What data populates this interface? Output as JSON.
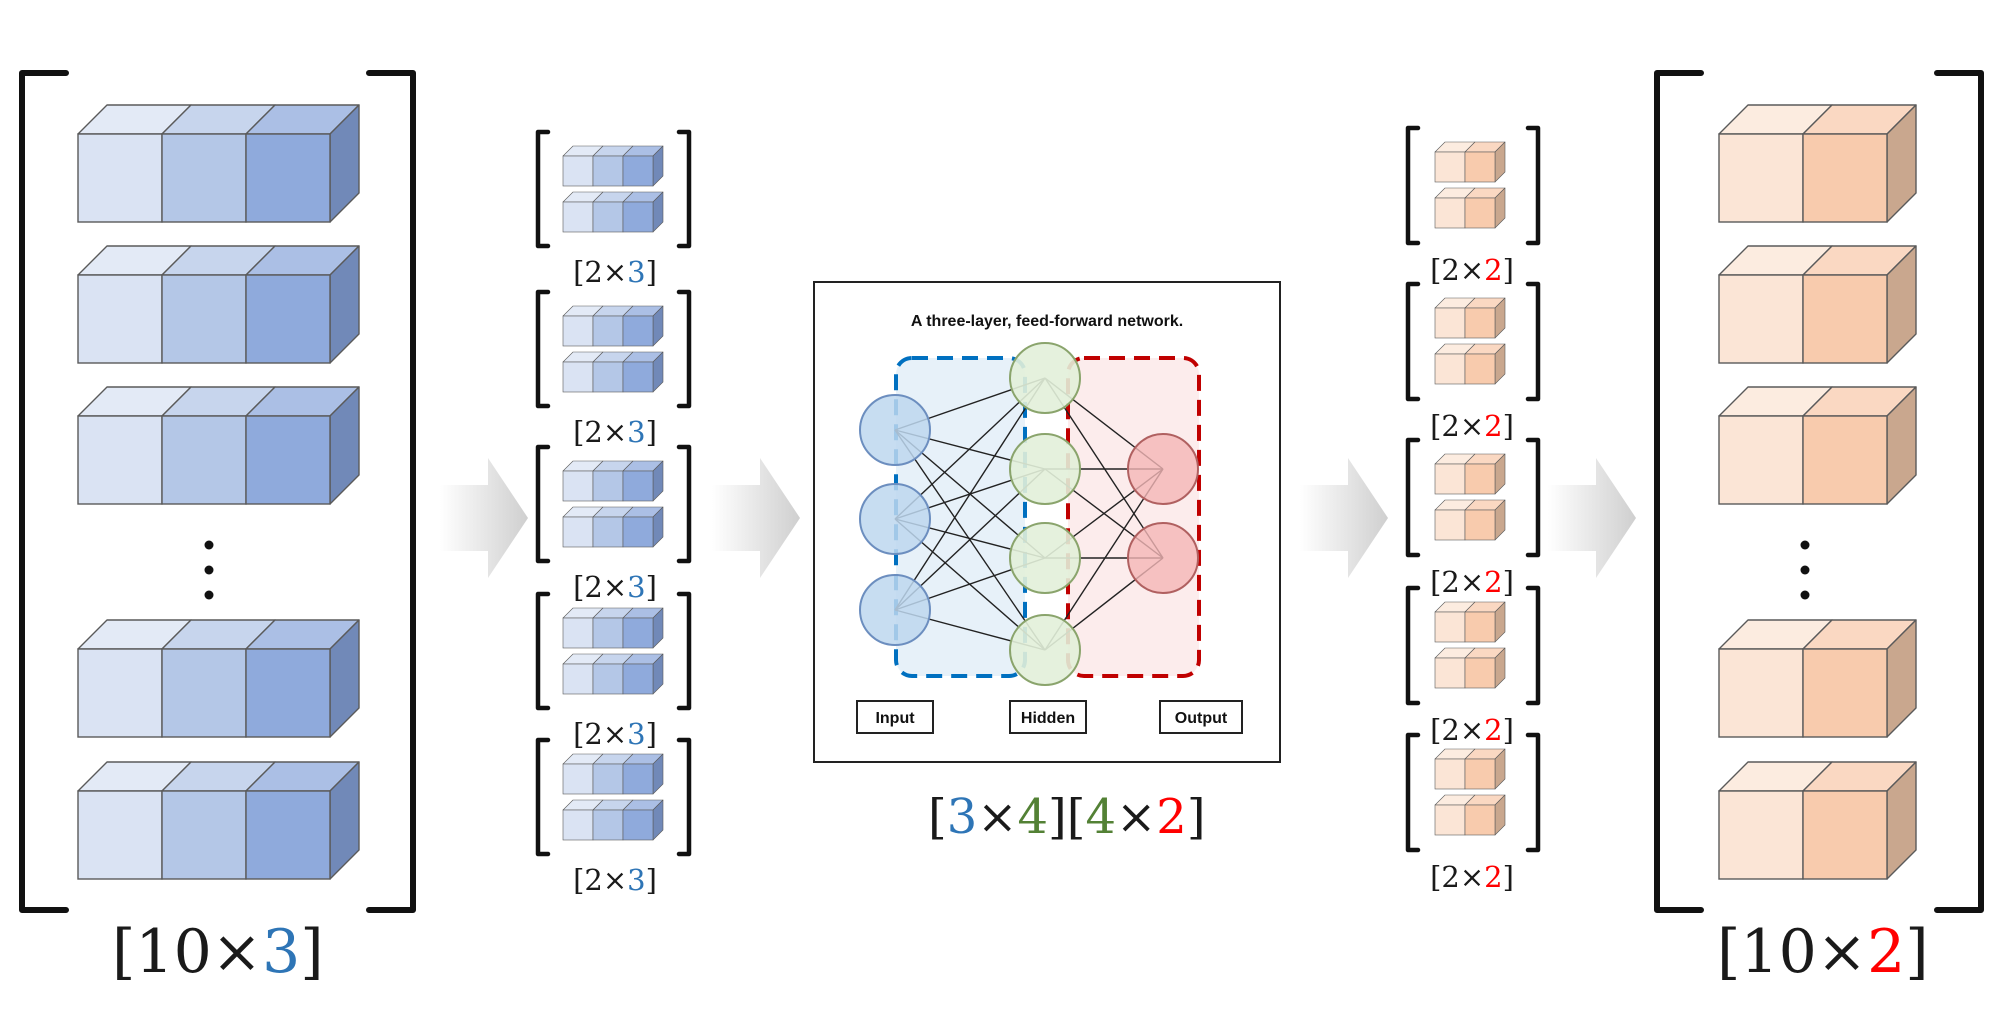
{
  "colors": {
    "blue_num": "#2e75b6",
    "green_num": "#538135",
    "red_num": "#ff0000",
    "blue_cube_faces": [
      "#dae3f3",
      "#b4c7e7",
      "#8faadc"
    ],
    "blue_cube_side": "#7189b8",
    "orange_cube_faces": [
      "#fbe5d6",
      "#f8cbad"
    ],
    "orange_cube_side": "#c9a78e",
    "nn_input_fill": "#bdd7ee",
    "nn_hidden_fill": "#e2efd9",
    "nn_output_fill": "#f4b6b6",
    "nn_blue_dash": "#0070c0",
    "nn_red_dash": "#c00000"
  },
  "input_matrix": {
    "label_open": "[",
    "label_rows": "10",
    "label_times": "×",
    "label_cols": "3",
    "label_close": "]",
    "ellipsis": "⋮"
  },
  "input_batches": {
    "count": 5,
    "label_open": "[",
    "label_rows": "2",
    "label_times": "×",
    "label_cols": "3",
    "label_close": "]"
  },
  "network": {
    "title": "A three-layer, feed-forward network.",
    "layer_labels": [
      "Input",
      "Hidden",
      "Output"
    ],
    "layers": [
      3,
      4,
      2
    ],
    "weights_label": {
      "open1": "[",
      "a": "3",
      "times1": "×",
      "b": "4",
      "close1": "]",
      "open2": "[",
      "c": "4",
      "times2": "×",
      "d": "2",
      "close2": "]"
    }
  },
  "output_batches": {
    "count": 5,
    "label_open": "[",
    "label_rows": "2",
    "label_times": "×",
    "label_cols": "2",
    "label_close": "]"
  },
  "output_matrix": {
    "label_open": "[",
    "label_rows": "10",
    "label_times": "×",
    "label_cols": "2",
    "label_close": "]",
    "ellipsis": "⋮"
  }
}
